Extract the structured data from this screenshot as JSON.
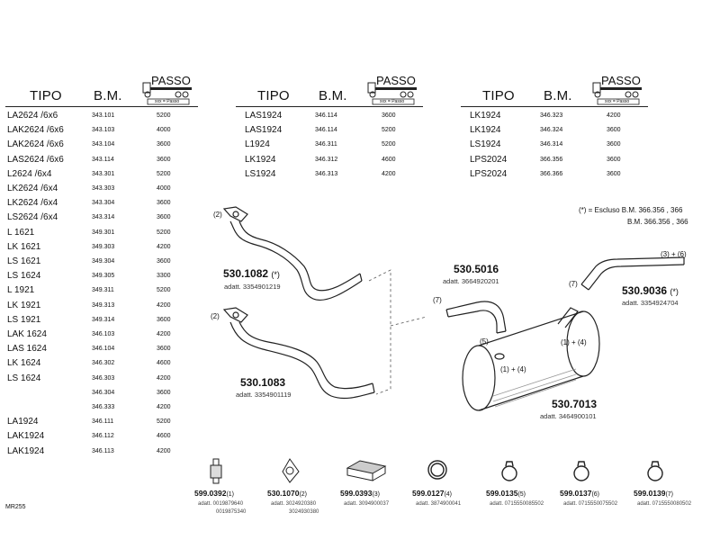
{
  "table1": {
    "headers": {
      "tipo": "TIPO",
      "bm": "B.M."
    },
    "passo_label": "PASSO",
    "passo_sub": "xxx = Passo",
    "rows": [
      {
        "tipo": "LA2624 /6x6",
        "bm": "343.101",
        "passo": "5200"
      },
      {
        "tipo": "LAK2624 /6x6",
        "bm": "343.103",
        "passo": "4000"
      },
      {
        "tipo": "LAK2624 /6x6",
        "bm": "343.104",
        "passo": "3600"
      },
      {
        "tipo": "LAS2624 /6x6",
        "bm": "343.114",
        "passo": "3600"
      },
      {
        "tipo": "L2624 /6x4",
        "bm": "343.301",
        "passo": "5200"
      },
      {
        "tipo": "LK2624 /6x4",
        "bm": "343.303",
        "passo": "4000"
      },
      {
        "tipo": "LK2624 /6x4",
        "bm": "343.304",
        "passo": "3600"
      },
      {
        "tipo": "LS2624 /6x4",
        "bm": "343.314",
        "passo": "3600"
      },
      {
        "tipo": "L 1621",
        "bm": "349.301",
        "passo": "5200"
      },
      {
        "tipo": "LK 1621",
        "bm": "349.303",
        "passo": "4200"
      },
      {
        "tipo": "LS 1621",
        "bm": "349.304",
        "passo": "3600"
      },
      {
        "tipo": "LS 1624",
        "bm": "349.305",
        "passo": "3300"
      },
      {
        "tipo": "L 1921",
        "bm": "349.311",
        "passo": "5200"
      },
      {
        "tipo": "LK 1921",
        "bm": "349.313",
        "passo": "4200"
      },
      {
        "tipo": "LS 1921",
        "bm": "349.314",
        "passo": "3600"
      },
      {
        "tipo": "LAK 1624",
        "bm": "346.103",
        "passo": "4200"
      },
      {
        "tipo": "LAS 1624",
        "bm": "346.104",
        "passo": "3600"
      },
      {
        "tipo": "LK 1624",
        "bm": "346.302",
        "passo": "4600"
      },
      {
        "tipo": "LS 1624",
        "bm": "346.303",
        "passo": "4200"
      },
      {
        "tipo": "",
        "bm": "346.304",
        "passo": "3600"
      },
      {
        "tipo": "",
        "bm": "346.333",
        "passo": "4200"
      },
      {
        "tipo": "LA1924",
        "bm": "346.111",
        "passo": "5200"
      },
      {
        "tipo": "LAK1924",
        "bm": "346.112",
        "passo": "4600"
      },
      {
        "tipo": "LAK1924",
        "bm": "346.113",
        "passo": "4200"
      }
    ]
  },
  "table2": {
    "headers": {
      "tipo": "TIPO",
      "bm": "B.M."
    },
    "passo_label": "PASSO",
    "passo_sub": "xxx = Passo",
    "rows": [
      {
        "tipo": "LAS1924",
        "bm": "346.114",
        "passo": "3600"
      },
      {
        "tipo": "LAS1924",
        "bm": "346.114",
        "passo": "5200"
      },
      {
        "tipo": "L1924",
        "bm": "346.311",
        "passo": "5200"
      },
      {
        "tipo": "LK1924",
        "bm": "346.312",
        "passo": "4600"
      },
      {
        "tipo": "LS1924",
        "bm": "346.313",
        "passo": "4200"
      }
    ]
  },
  "table3": {
    "headers": {
      "tipo": "TIPO",
      "bm": "B.M."
    },
    "passo_label": "PASSO",
    "passo_sub": "xxx = Passo",
    "rows": [
      {
        "tipo": "LK1924",
        "bm": "346.323",
        "passo": "4200"
      },
      {
        "tipo": "LK1924",
        "bm": "346.324",
        "passo": "3600"
      },
      {
        "tipo": "LS1924",
        "bm": "346.314",
        "passo": "3600"
      },
      {
        "tipo": "LPS2024",
        "bm": "366.356",
        "passo": "3600"
      },
      {
        "tipo": "LPS2024",
        "bm": "366.366",
        "passo": "3600"
      }
    ]
  },
  "note": {
    "line1": "(*) = Escluso B.M. 366.356 , 366",
    "line2": "B.M. 366.356 , 366"
  },
  "parts": {
    "p1082": {
      "number": "530.1082",
      "suffix": "(*)",
      "sub": "adatt. 3354901219",
      "ref": "(2)"
    },
    "p1083": {
      "number": "530.1083",
      "sub": "adatt. 3354901119",
      "ref": "(2)"
    },
    "p5016": {
      "number": "530.5016",
      "sub": "adatt. 3664920201",
      "ref": "(7)"
    },
    "p9036": {
      "number": "530.9036",
      "suffix": "(*)",
      "sub": "adatt. 3354924704",
      "ref_a": "(7)",
      "ref_b": "(3) + (6)"
    },
    "p7013": {
      "number": "530.7013",
      "sub": "adatt. 3464900101",
      "ref_a": "(5)",
      "ref_b": "(1) + (4)",
      "ref_c": "(1) + (4)"
    }
  },
  "accessories": [
    {
      "number": "599.0392",
      "ref": "(1)",
      "sub1": "adatt. 0019879640",
      "sub2": "0019875340",
      "icon": "rubber-mount-icon"
    },
    {
      "number": "530.1070",
      "ref": "(2)",
      "sub1": "adatt. 3024920380",
      "sub2": "3024930380",
      "icon": "flange-gasket-icon"
    },
    {
      "number": "599.0393",
      "ref": "(3)",
      "sub1": "adatt. 3094900037",
      "sub2": "",
      "icon": "mounting-bracket-icon"
    },
    {
      "number": "599.0127",
      "ref": "(4)",
      "sub1": "adatt. 3874900041",
      "sub2": "",
      "icon": "strap-clamp-icon"
    },
    {
      "number": "599.0135",
      "ref": "(5)",
      "sub1": "adatt. 0715550085502",
      "sub2": "",
      "icon": "pipe-clamp-icon"
    },
    {
      "number": "599.0137",
      "ref": "(6)",
      "sub1": "adatt. 0715550075502",
      "sub2": "",
      "icon": "pipe-clamp-icon"
    },
    {
      "number": "599.0139",
      "ref": "(7)",
      "sub1": "adatt. 0715550080502",
      "sub2": "",
      "icon": "pipe-clamp-icon"
    }
  ],
  "footer": {
    "code": "MR255"
  }
}
